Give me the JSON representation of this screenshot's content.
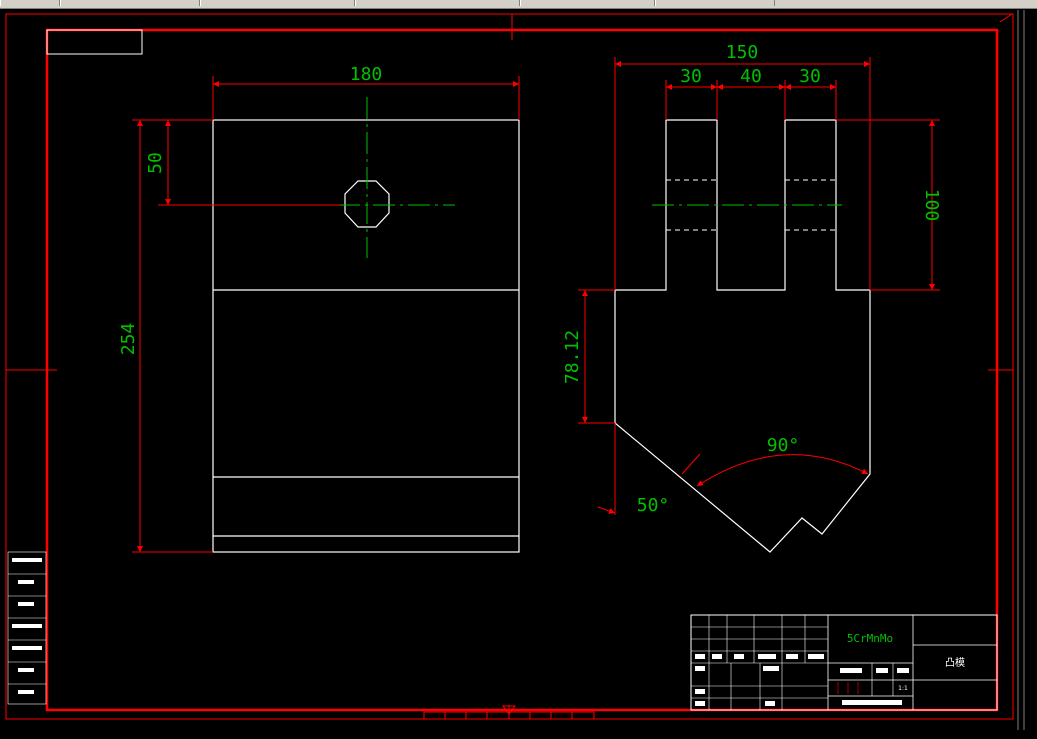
{
  "dimensions": {
    "front_width": "180",
    "front_height": "254",
    "front_hole_offset": "50",
    "side_total_width": "150",
    "side_left_slot": "30",
    "side_mid_slot": "40",
    "side_right_slot": "30",
    "side_slot_depth": "100",
    "side_lower_height": "78.12",
    "side_v_angle": "90°",
    "side_bevel_angle": "50°"
  },
  "title_block": {
    "material": "5CrMnMo",
    "part_name": "凸模",
    "scale": "1:1"
  },
  "colors": {
    "frame": "#ff0000",
    "outline": "#ffffff",
    "centerline": "#00c000",
    "dimension_text": "#00c000",
    "arrows": "#ff0000",
    "background": "#000000"
  }
}
